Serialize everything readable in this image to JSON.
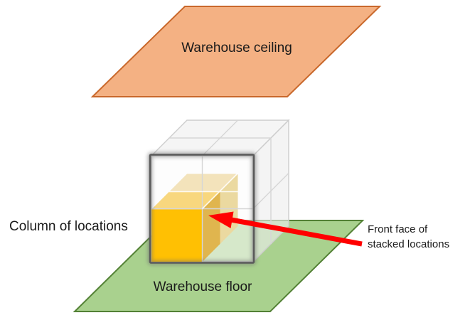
{
  "diagram": {
    "ceiling_label": "Warehouse ceiling",
    "floor_label": "Warehouse floor",
    "column_label": "Column of locations",
    "front_face_label_line1": "Front face of",
    "front_face_label_line2": "stacked locations",
    "colors": {
      "ceiling_fill": "#F4B183",
      "ceiling_stroke": "#C9682B",
      "floor_fill": "#A9D18E",
      "floor_stroke": "#538135",
      "gold_front": "#FFC003",
      "gold_top": "#F8D77E",
      "gold_right": "#E0B54E",
      "gold_back_top": "#F3E3BB",
      "gold_back_right": "#EBD9A0",
      "highlight_outline": "#5A5A5A",
      "arrow_red": "#FF0000"
    }
  }
}
